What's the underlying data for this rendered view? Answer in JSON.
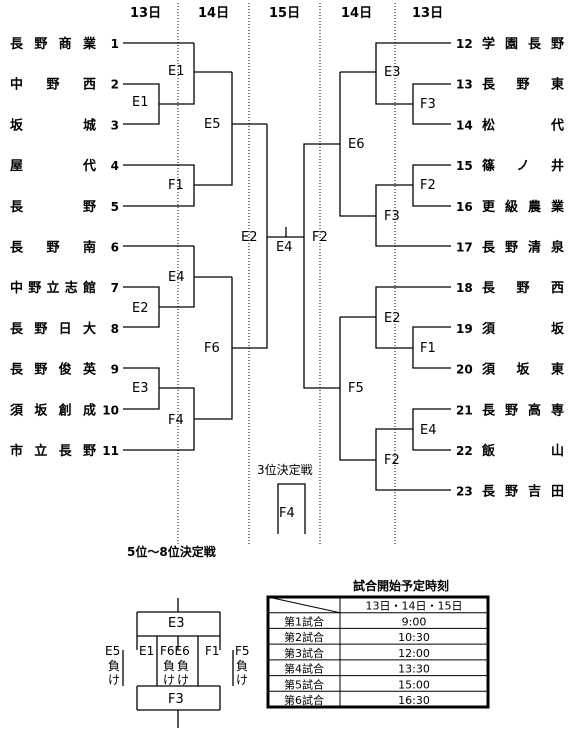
{
  "days": {
    "d13": "13日",
    "d14": "14日",
    "d15": "15日"
  },
  "teams_left": [
    {
      "num": "1",
      "name": "長野商業"
    },
    {
      "num": "2",
      "name": "中野西"
    },
    {
      "num": "3",
      "name": "坂城"
    },
    {
      "num": "4",
      "name": "屋代"
    },
    {
      "num": "5",
      "name": "長野"
    },
    {
      "num": "6",
      "name": "長野南"
    },
    {
      "num": "7",
      "name": "中野立志館"
    },
    {
      "num": "8",
      "name": "長野日大"
    },
    {
      "num": "9",
      "name": "長野俊英"
    },
    {
      "num": "10",
      "name": "須坂創成"
    },
    {
      "num": "11",
      "name": "市立長野"
    }
  ],
  "teams_right": [
    {
      "num": "12",
      "name": "学園長野"
    },
    {
      "num": "13",
      "name": "長野東"
    },
    {
      "num": "14",
      "name": "松代"
    },
    {
      "num": "15",
      "name": "篠ノ井"
    },
    {
      "num": "16",
      "name": "更級農業"
    },
    {
      "num": "17",
      "name": "長野清泉"
    },
    {
      "num": "18",
      "name": "長野西"
    },
    {
      "num": "19",
      "name": "須坂"
    },
    {
      "num": "20",
      "name": "須坂東"
    },
    {
      "num": "21",
      "name": "長野高専"
    },
    {
      "num": "22",
      "name": "飯山"
    },
    {
      "num": "23",
      "name": "長野吉田"
    }
  ],
  "match_labels": {
    "l_e1a": "E1",
    "l_e1b": "E1",
    "l_f1": "F1",
    "l_e5": "E5",
    "l_e4": "E4",
    "l_e2": "E2",
    "l_e3": "E3",
    "l_f4": "F4",
    "l_f6": "F6",
    "c_e2": "E2",
    "c_e4": "E4",
    "c_f2": "F2",
    "r_e3": "E3",
    "r_f3a": "F3",
    "r_e6": "E6",
    "r_f2a": "F2",
    "r_f3b": "F3",
    "r_e2": "E2",
    "r_f1": "F1",
    "r_f5": "F5",
    "r_e4": "E4",
    "r_f2b": "F2"
  },
  "third_place": {
    "title": "3位決定戦",
    "label": "F4"
  },
  "consolation": {
    "title": "5位～8位決定戦",
    "top": "E3",
    "bottom": "F3",
    "mid_labels": [
      "E1",
      "F6E6",
      "F1"
    ],
    "e5_col": [
      "E5",
      "負",
      "け"
    ],
    "f5_col": [
      "F5",
      "負",
      "け"
    ],
    "col_f6": [
      "負",
      "け"
    ],
    "col_e6": [
      "負",
      "け"
    ]
  },
  "schedule": {
    "title": "試合開始予定時刻",
    "header": "13日・14日・15日",
    "rows": [
      {
        "label": "第1試合",
        "time": "9:00"
      },
      {
        "label": "第2試合",
        "time": "10:30"
      },
      {
        "label": "第3試合",
        "time": "12:00"
      },
      {
        "label": "第4試合",
        "time": "13:30"
      },
      {
        "label": "第5試合",
        "time": "15:00"
      },
      {
        "label": "第6試合",
        "time": "16:30"
      }
    ]
  }
}
